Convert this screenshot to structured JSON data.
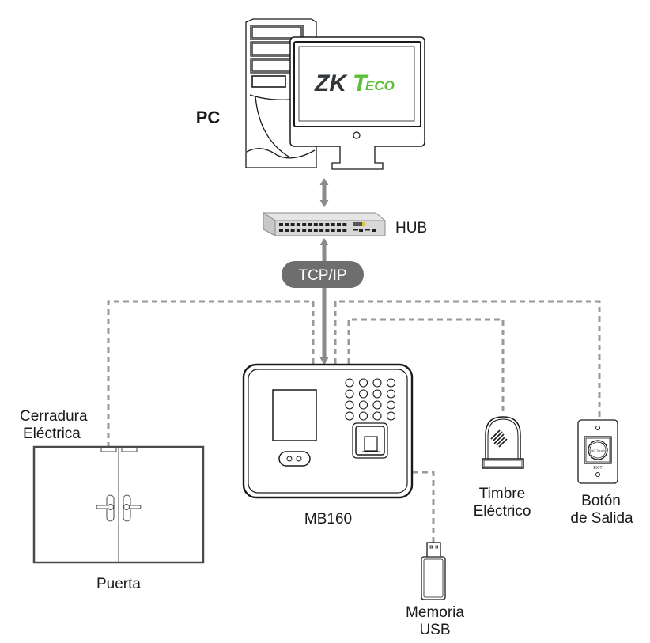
{
  "title": "MB160 network connection diagram",
  "brand": {
    "logo_dark": "ZK",
    "logo_green": "Teco",
    "dark_color": "#333638",
    "green_color": "#5cbf3a"
  },
  "colors": {
    "line": "#1a1a1a",
    "dashed_connector": "#9a9a9a",
    "arrow": "#8a8a8a",
    "tcpip_pill": "#6e6e6e",
    "hub_body": "#d8d8d8"
  },
  "labels": {
    "pc": "PC",
    "hub": "HUB",
    "tcpip": "TCP/IP",
    "lock_line1": "Cerradura",
    "lock_line2": "Eléctrica",
    "door": "Puerta",
    "device": "MB160",
    "usb_line1": "Memoria",
    "usb_line2": "USB",
    "bell_line1": "Timbre",
    "bell_line2": "Eléctrico",
    "exit_line1": "Botón",
    "exit_line2": "de Salida",
    "exit_button_text": "EXIT",
    "exit_button_face": "NO Touch"
  },
  "nodes": [
    {
      "id": "pc",
      "label": "PC",
      "type": "computer"
    },
    {
      "id": "hub",
      "label": "HUB",
      "type": "network-switch"
    },
    {
      "id": "mb160",
      "label": "MB160",
      "type": "time-attendance-terminal"
    },
    {
      "id": "lock",
      "label": "Cerradura Eléctrica",
      "type": "electric-lock"
    },
    {
      "id": "door",
      "label": "Puerta",
      "type": "door"
    },
    {
      "id": "usb",
      "label": "Memoria USB",
      "type": "usb-drive"
    },
    {
      "id": "bell",
      "label": "Timbre Eléctrico",
      "type": "bell"
    },
    {
      "id": "exit",
      "label": "Botón de Salida",
      "type": "exit-button"
    }
  ],
  "edges": [
    {
      "from": "pc",
      "to": "hub",
      "style": "solid-bidirectional"
    },
    {
      "from": "hub",
      "to": "mb160",
      "style": "solid",
      "label": "TCP/IP"
    },
    {
      "from": "mb160",
      "to": "lock",
      "style": "dashed"
    },
    {
      "from": "mb160",
      "to": "bell",
      "style": "dashed"
    },
    {
      "from": "mb160",
      "to": "exit",
      "style": "dashed"
    },
    {
      "from": "mb160",
      "to": "usb",
      "style": "dashed"
    }
  ]
}
